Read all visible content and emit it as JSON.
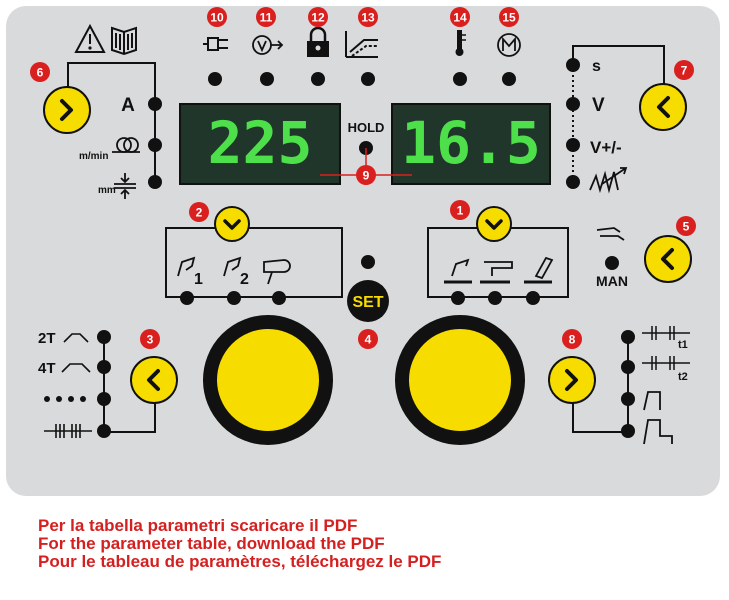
{
  "colors": {
    "panel": "#d9dadb",
    "yellow": "#f7dc00",
    "display_bg": "#21362a",
    "digit": "#4ee04a",
    "badge": "#d9201e",
    "line": "#111111"
  },
  "displays": {
    "left_value": "225",
    "right_value": "16.5",
    "hold_label": "HOLD"
  },
  "left_params": {
    "amps": "A",
    "wire_speed": "m/min",
    "thickness": "mm"
  },
  "right_params": {
    "seconds": "s",
    "volts": "V",
    "volts_trim": "V+/-"
  },
  "torch_indexes": {
    "first": "1",
    "second": "2"
  },
  "trigger_modes": {
    "two_t": "2T",
    "four_t": "4T"
  },
  "buttons": {
    "set": "SET",
    "manual": "MAN"
  },
  "pulse_labels": {
    "t1": "t1",
    "t2": "t2"
  },
  "badges": {
    "n1": "1",
    "n2": "2",
    "n3": "3",
    "n4": "4",
    "n5": "5",
    "n6": "6",
    "n7": "7",
    "n8": "8",
    "n9": "9",
    "n10": "10",
    "n11": "11",
    "n12": "12",
    "n13": "13",
    "n14": "14",
    "n15": "15"
  },
  "footer": {
    "italian": "Per la tabella parametri scaricare il PDF",
    "english": "For the parameter table, download the PDF",
    "french": "Pour le tableau de paramètres, téléchargez le PDF"
  },
  "icons": [
    "warning-icon",
    "manual-book-icon",
    "power-plug-icon",
    "voltage-arrow-icon",
    "lock-icon",
    "ramp-slope-icon",
    "thermometer-icon",
    "motor-icon",
    "mig-torch-icon",
    "tig-torch-icon",
    "electrode-holder-icon",
    "hand-icon",
    "wire-feed-icon",
    "pulse-wave-icon",
    "stitch-pulse-icon"
  ]
}
